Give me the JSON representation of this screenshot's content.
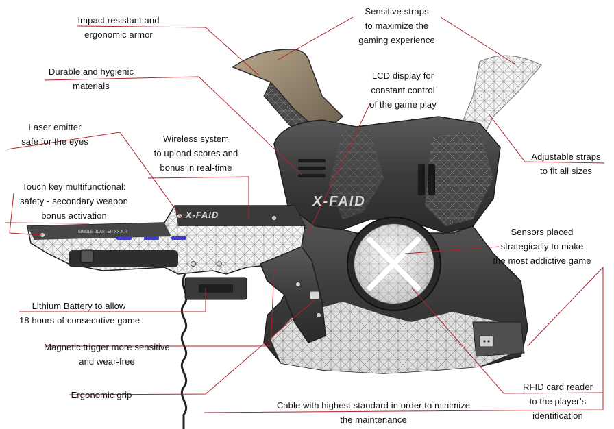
{
  "labels": {
    "armor": [
      "Impact resistant and",
      "ergonomic armor"
    ],
    "straps_sensitive": [
      "Sensitive straps",
      "to maximize the",
      "gaming experience"
    ],
    "materials": [
      "Durable and hygienic",
      "materials"
    ],
    "lcd": [
      "LCD display for",
      "constant control",
      "of the game play"
    ],
    "laser": [
      "Laser emitter",
      "safe for the eyes"
    ],
    "wireless": [
      "Wireless system",
      "to upload scores and",
      "bonus in real-time"
    ],
    "straps_adjustable": [
      "Adjustable straps",
      "to fit all sizes"
    ],
    "touch_key": [
      "Touch key multifunctional:",
      "safety - secondary weapon",
      "bonus activation"
    ],
    "sensors": [
      "Sensors placed",
      "strategically to make",
      "the most addictive game"
    ],
    "battery": [
      "Lithium Battery to allow",
      "18 hours of consecutive game"
    ],
    "trigger": [
      "Magnetic trigger more sensitive",
      "and wear-free"
    ],
    "grip": [
      "Ergonomic grip"
    ],
    "cable": [
      "Cable with highest standard in order to minimize",
      "the maintenance"
    ],
    "rfid": [
      "RFID card reader",
      "to the player’s",
      "identification"
    ]
  },
  "product": {
    "vest_logo": "X-FAID",
    "blaster_logo": "X-FAID",
    "blaster_model": "SINGLE BLASTER XX.X.R"
  },
  "colors": {
    "leader_line": "#b0222a",
    "armor_dark": "#3a3a3a",
    "armor_mid": "#6e6e6e",
    "mesh": "#e8e8e8",
    "accent_blue": "#3b3bd6",
    "strap_tan": "#c9b79a"
  }
}
